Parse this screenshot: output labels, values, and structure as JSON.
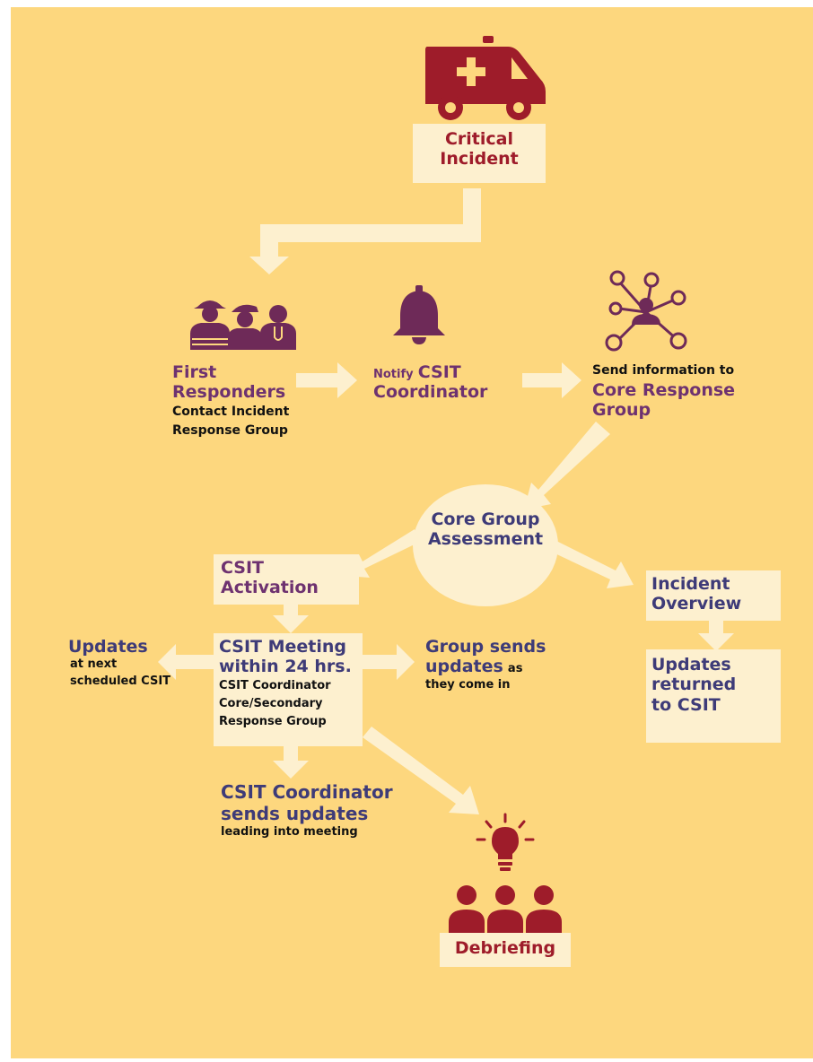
{
  "colors": {
    "background": "#fdd77e",
    "box_fill": "#fdf0cf",
    "arrow": "#fdf0cf",
    "icon_red": "#9e1c2a",
    "icon_purple": "#6e2a58",
    "text_purple": "#6e3270",
    "text_navy": "#3e3b78"
  },
  "icons": {
    "ambulance": "ambulance-icon",
    "responders": "first-responders-icon",
    "bell": "bell-icon",
    "network": "network-person-icon",
    "lightbulb": "lightbulb-icon",
    "group": "people-group-icon"
  },
  "nodes": {
    "critical_incident": {
      "line1": "Critical",
      "line2": "Incident"
    },
    "first_responders": {
      "title1": "First",
      "title2": "Responders",
      "sub1": "Contact Incident",
      "sub2": "Response Group"
    },
    "notify": {
      "prefix": "Notify",
      "title1": "CSIT",
      "title2": "Coordinator"
    },
    "send_info": {
      "sub": "Send information to",
      "title1": "Core Response",
      "title2": "Group"
    },
    "assessment": {
      "line1": "Core Group",
      "line2": "Assessment"
    },
    "activation": {
      "line1": "CSIT",
      "line2": "Activation"
    },
    "incident_overview": {
      "line1": "Incident",
      "line2": "Overview"
    },
    "updates_returned": {
      "line1": "Updates",
      "line2": "returned",
      "line3": "to CSIT"
    },
    "meeting": {
      "title1": "CSIT Meeting",
      "title2": "within 24 hrs.",
      "sub1": "CSIT Coordinator",
      "sub2": "Core/Secondary",
      "sub3": "Response Group"
    },
    "updates_next": {
      "title": "Updates",
      "sub1": "at next",
      "sub2": "scheduled CSIT"
    },
    "group_sends": {
      "title1": "Group sends",
      "title2": "updates",
      "sub1": "as",
      "sub2": "they come in"
    },
    "coordinator_sends": {
      "title1": "CSIT Coordinator",
      "title2": "sends updates",
      "sub": "leading into meeting"
    },
    "debriefing": {
      "label": "Debriefing"
    }
  }
}
